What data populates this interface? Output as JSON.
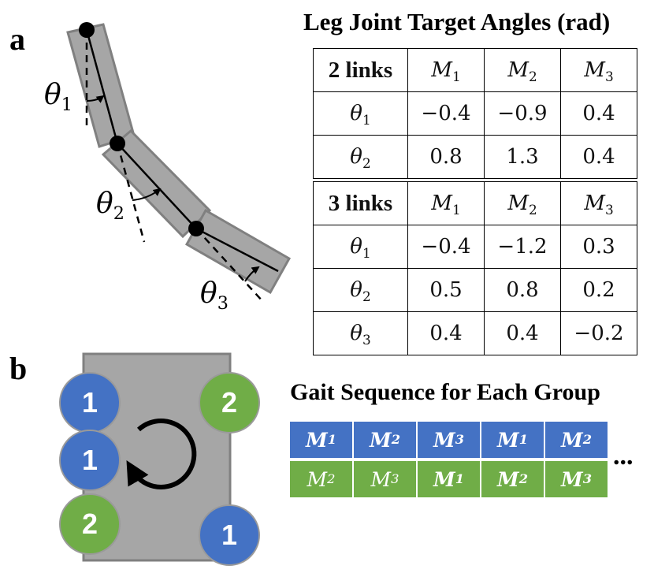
{
  "panels": {
    "a": "a",
    "b": "b"
  },
  "leg_diagram": {
    "joint_labels": [
      {
        "symbol": "θ",
        "sub": "1"
      },
      {
        "symbol": "θ",
        "sub": "2"
      },
      {
        "symbol": "θ",
        "sub": "3"
      }
    ]
  },
  "angles_table": {
    "title": "Leg Joint Target Angles (rad)",
    "columns": [
      {
        "symbol": "M",
        "sub": "1"
      },
      {
        "symbol": "M",
        "sub": "2"
      },
      {
        "symbol": "M",
        "sub": "3"
      }
    ],
    "groups": [
      {
        "label": "2 links",
        "rows": [
          {
            "symbol": "θ",
            "sub": "1",
            "values": [
              "−0.4",
              "−0.9",
              "0.4"
            ]
          },
          {
            "symbol": "θ",
            "sub": "2",
            "values": [
              "0.8",
              "1.3",
              "0.4"
            ]
          }
        ]
      },
      {
        "label": "3 links",
        "rows": [
          {
            "symbol": "θ",
            "sub": "1",
            "values": [
              "−0.4",
              "−1.2",
              "0.3"
            ]
          },
          {
            "symbol": "θ",
            "sub": "2",
            "values": [
              "0.5",
              "0.8",
              "0.2"
            ]
          },
          {
            "symbol": "θ",
            "sub": "3",
            "values": [
              "0.4",
              "0.4",
              "−0.2"
            ]
          }
        ]
      }
    ]
  },
  "gait": {
    "title": "Gait Sequence for Each Group",
    "rows": [
      {
        "group": "1",
        "color": "#4472c4",
        "cells": [
          {
            "symbol": "M",
            "sub": "1",
            "bold": true
          },
          {
            "symbol": "M",
            "sub": "2",
            "bold": true
          },
          {
            "symbol": "M",
            "sub": "3",
            "bold": true
          },
          {
            "symbol": "M",
            "sub": "1",
            "bold": true
          },
          {
            "symbol": "M",
            "sub": "2",
            "bold": true
          }
        ]
      },
      {
        "group": "2",
        "color": "#70ad47",
        "cells": [
          {
            "symbol": "M",
            "sub": "2",
            "bold": false
          },
          {
            "symbol": "M",
            "sub": "3",
            "bold": false
          },
          {
            "symbol": "M",
            "sub": "1",
            "bold": true
          },
          {
            "symbol": "M",
            "sub": "2",
            "bold": true
          },
          {
            "symbol": "M",
            "sub": "3",
            "bold": true
          }
        ]
      }
    ],
    "ellipsis": "..."
  },
  "robot": {
    "body_color": "#a6a6a6",
    "rotation_icon": "counterclockwise-arrow-icon",
    "legs": [
      {
        "group": "1",
        "color": "blue"
      },
      {
        "group": "2",
        "color": "green"
      },
      {
        "group": "1",
        "color": "blue"
      },
      {
        "group": "2",
        "color": "green"
      },
      {
        "group": "1",
        "color": "blue"
      }
    ]
  },
  "colors": {
    "group1": "#4472c4",
    "group2": "#70ad47",
    "link": "#a6a6a6"
  }
}
